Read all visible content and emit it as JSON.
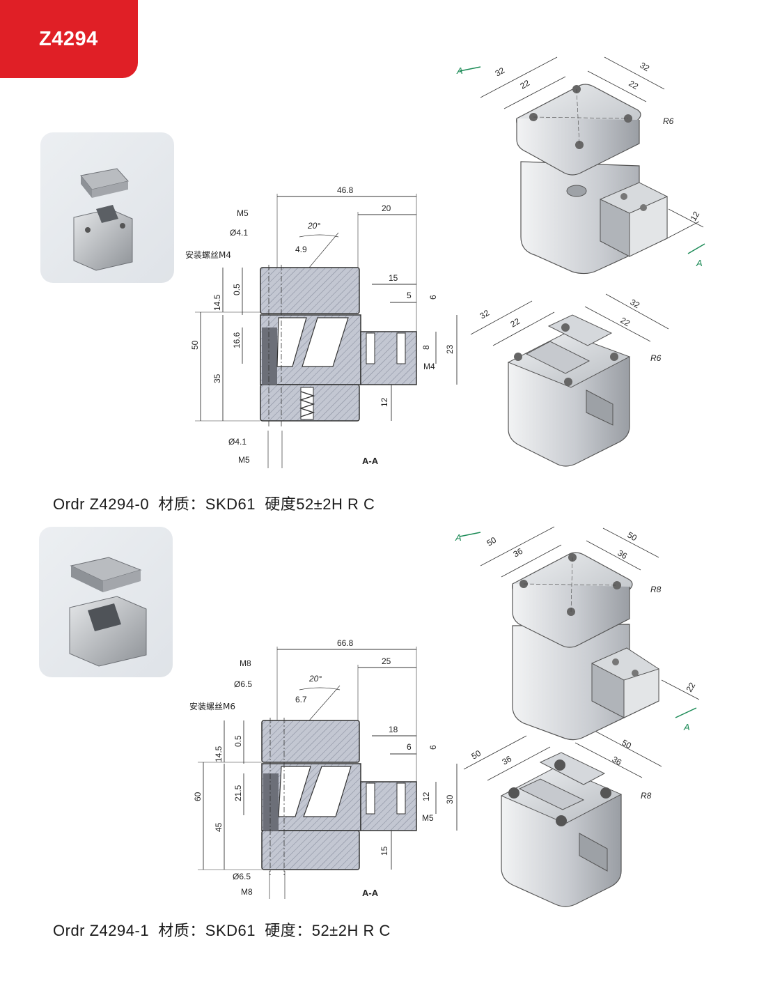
{
  "header": {
    "title": "Z4294"
  },
  "parts": [
    {
      "order": "Ordr Z4294-0  材质：SKD61  硬度52±2H R C",
      "section": {
        "overall_width": "46.8",
        "right_width": "20",
        "screw": "M5",
        "hole": "Ø4.1",
        "install": "安装螺丝M4",
        "angle": "20°",
        "offset": "4.9",
        "top_tol_left": "14.5",
        "gap": "0.5",
        "mid": "16.6",
        "total": "50",
        "body_tol": "35",
        "bot": "12",
        "foot_w": "15",
        "foot_s": "5",
        "foot_tol": "6",
        "foot_h": "8",
        "foot_tot": "23",
        "foot_thread": "M4",
        "hole_b": "Ø4.1",
        "screw_b": "M5",
        "label": "A-A"
      },
      "iso_top": {
        "a": "A",
        "w1": "32",
        "w2": "32",
        "d1": "22",
        "d2": "22",
        "r": "R6",
        "side": "12"
      },
      "iso_bottom": {
        "w1": "32",
        "w2": "32",
        "d1": "22",
        "d2": "22",
        "r": "R6"
      }
    },
    {
      "order": "Ordr Z4294-1  材质：SKD61  硬度：52±2H R C",
      "section": {
        "overall_width": "66.8",
        "right_width": "25",
        "screw": "M8",
        "hole": "Ø6.5",
        "install": "安装螺丝M6",
        "angle": "20°",
        "offset": "6.7",
        "top_tol_left": "14.5",
        "gap": "0.5",
        "mid": "21.5",
        "total": "60",
        "body_tol": "45",
        "bot": "15",
        "foot_w": "18",
        "foot_s": "6",
        "foot_tol": "6",
        "foot_h": "12",
        "foot_tot": "30",
        "foot_thread": "M5",
        "hole_b": "Ø6.5",
        "screw_b": "M8",
        "label": "A-A"
      },
      "iso_top": {
        "a": "A",
        "w1": "50",
        "w2": "50",
        "d1": "36",
        "d2": "36",
        "r": "R8",
        "side": "22"
      },
      "iso_bottom": {
        "w1": "50",
        "w2": "50",
        "d1": "36",
        "d2": "36",
        "r": "R8"
      }
    }
  ],
  "colors": {
    "tab": "#e01f26",
    "arrow": "#1a8a55",
    "metal": "#c9ccd1",
    "hatch": "#8a8fa0"
  }
}
